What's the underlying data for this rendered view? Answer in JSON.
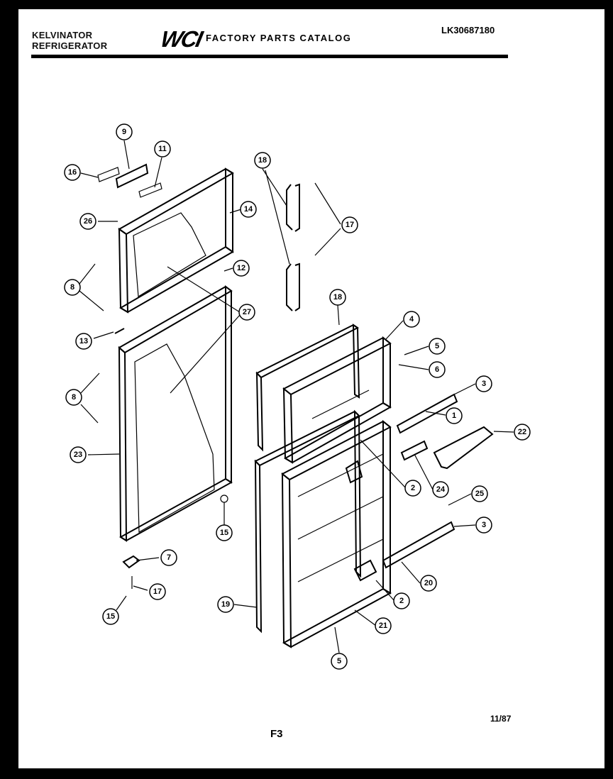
{
  "header": {
    "brand_line1": "KELVINATOR",
    "brand_line2": "REFRIGERATOR",
    "logo_text": "WCI",
    "catalog_title": "FACTORY PARTS CATALOG",
    "model_number": "LK30687180"
  },
  "footer": {
    "date": "11/87",
    "page_code": "F3"
  },
  "callouts": [
    "16",
    "9",
    "11",
    "14",
    "26",
    "8",
    "12",
    "13",
    "27",
    "8",
    "23",
    "15",
    "7",
    "17",
    "15",
    "18",
    "17",
    "18",
    "4",
    "5",
    "6",
    "3",
    "1",
    "22",
    "2",
    "24",
    "25",
    "3",
    "20",
    "2",
    "19",
    "21",
    "5"
  ]
}
